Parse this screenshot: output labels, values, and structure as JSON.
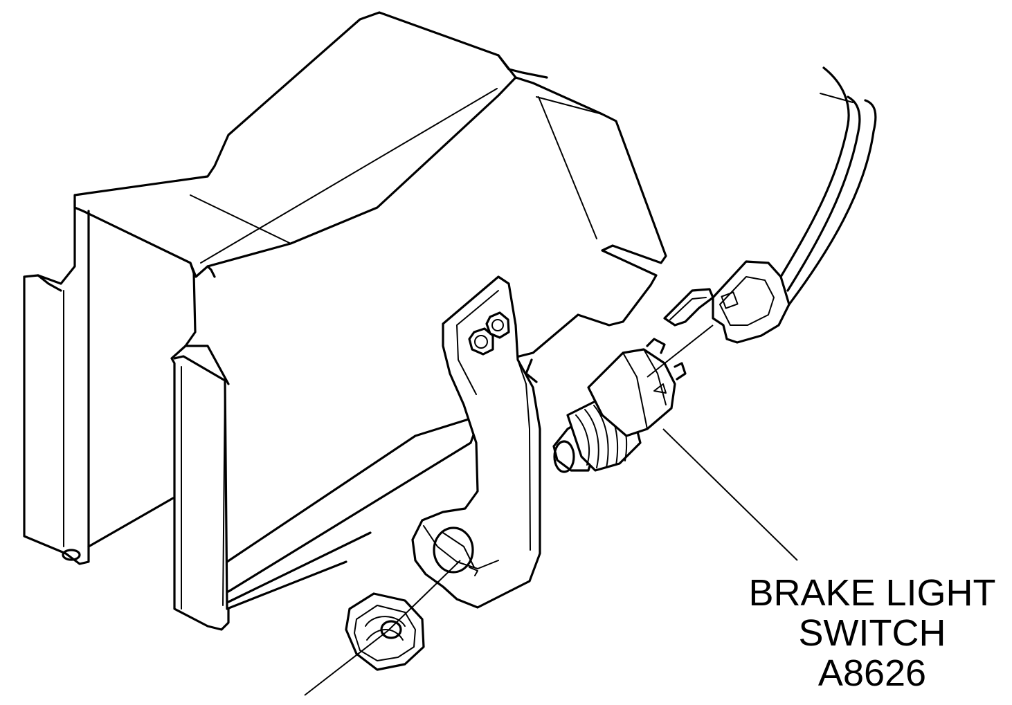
{
  "callout": {
    "line1": "BRAKE LIGHT",
    "line2": "SWITCH",
    "part_number": "A8626"
  },
  "colors": {
    "ink": "#000000",
    "paper": "#ffffff"
  }
}
